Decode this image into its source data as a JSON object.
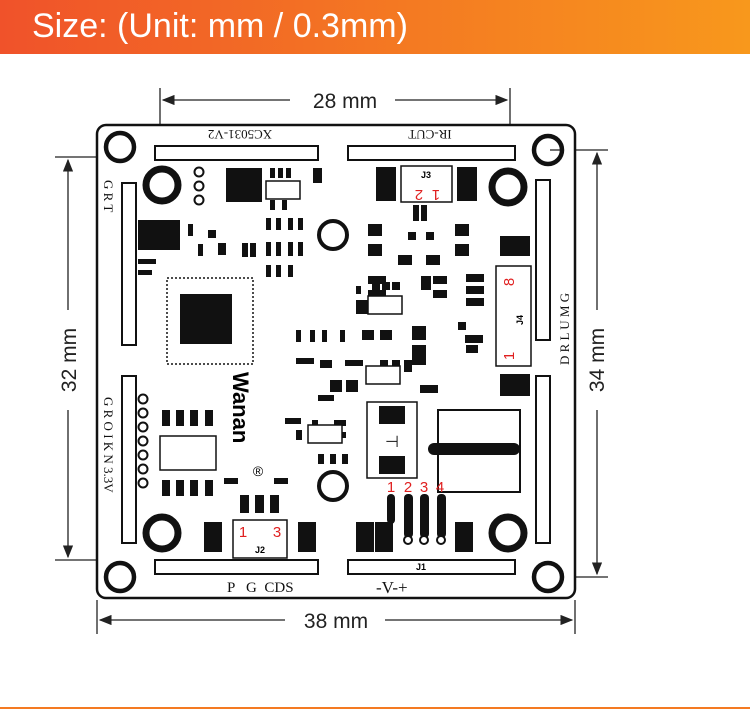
{
  "banner": {
    "title": "Size: (Unit: mm / 0.3mm)"
  },
  "dimensions": {
    "top": "28 mm",
    "bottom": "38 mm",
    "left": "32 mm",
    "right": "34 mm"
  },
  "board": {
    "brand": "Wanan",
    "brand_mark": "®",
    "top_left_label": "XC5031-V2",
    "top_right_label": "IR-CUT",
    "left_top_label": "G R T",
    "left_bottom_label": "G R O I K N 3.3V",
    "right_label": "D R L U M G",
    "bottom_left_label": "P   G  CDS",
    "bottom_right_label": "-V-+",
    "connectors": {
      "j1": {
        "name": "J1",
        "pins": [
          "1",
          "2",
          "3",
          "4"
        ]
      },
      "j2": {
        "name": "J2",
        "pin_first": "1",
        "pin_last": "3"
      },
      "j3": {
        "name": "J3",
        "pin_first": "1",
        "pin_last": "2"
      },
      "j4": {
        "name": "J4",
        "pin_first": "1",
        "pin_last": "8"
      }
    }
  },
  "colors": {
    "accent": "#f47a22",
    "pin_red": "#e02020"
  }
}
